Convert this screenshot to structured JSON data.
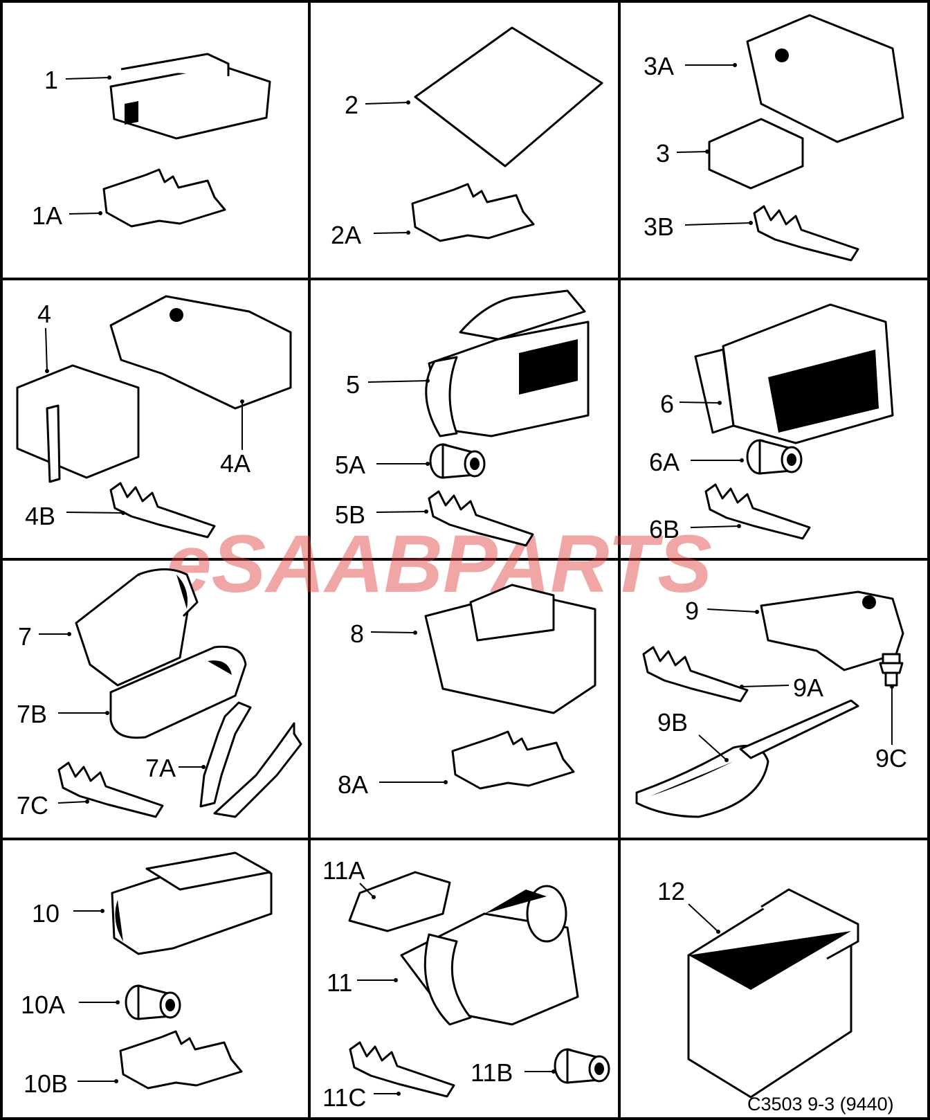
{
  "labels": {
    "p1": "1",
    "p1a": "1A",
    "p2": "2",
    "p2a": "2A",
    "p3": "3",
    "p3a": "3A",
    "p3b": "3B",
    "p4": "4",
    "p4a": "4A",
    "p4b": "4B",
    "p5": "5",
    "p5a": "5A",
    "p5b": "5B",
    "p6": "6",
    "p6a": "6A",
    "p6b": "6B",
    "p7": "7",
    "p7a": "7A",
    "p7b": "7B",
    "p7c": "7C",
    "p8": "8",
    "p8a": "8A",
    "p9": "9",
    "p9a": "9A",
    "p9b": "9B",
    "p9c": "9C",
    "p10": "10",
    "p10a": "10A",
    "p10b": "10B",
    "p11": "11",
    "p11a": "11A",
    "p11b": "11B",
    "p11c": "11C",
    "p12": "12"
  },
  "watermark": "eSAABPARTS",
  "figure_code": "C3503 9-3 (9440)",
  "icons": {
    "connector": "connector-housing-icon",
    "terminal": "crimp-terminal-icon",
    "seal": "wire-seal-icon",
    "lock": "terminal-lock-icon"
  }
}
